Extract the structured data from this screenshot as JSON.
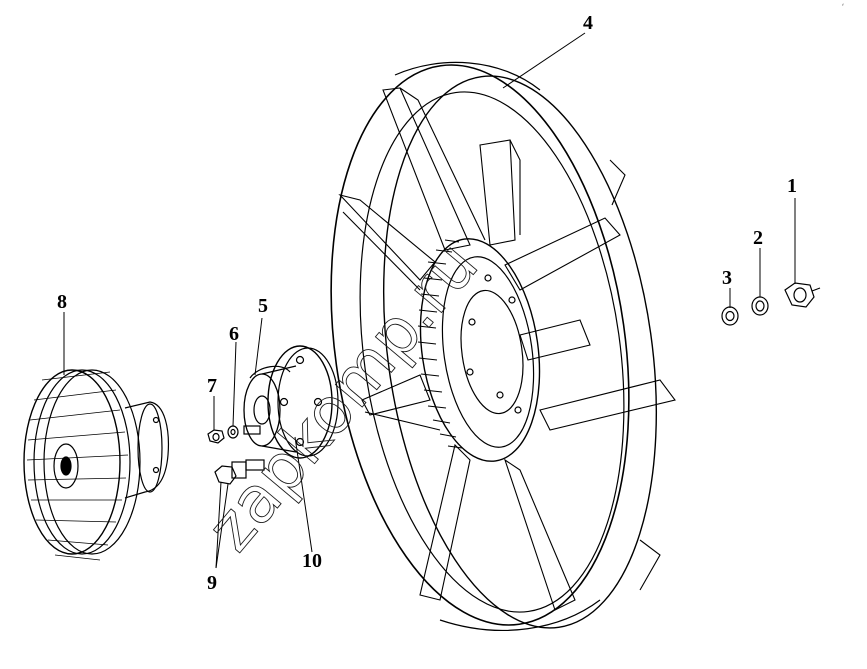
{
  "watermark": "zapkomp.ru",
  "corner_mark": "⸗",
  "callouts": {
    "c1": "1",
    "c2": "2",
    "c3": "3",
    "c4": "4",
    "c5": "5",
    "c6": "6",
    "c7": "7",
    "c8": "8",
    "c9": "9",
    "c10": "10"
  },
  "colors": {
    "line": "#000000",
    "watermark": "#1a1a1a",
    "background": "#ffffff"
  }
}
